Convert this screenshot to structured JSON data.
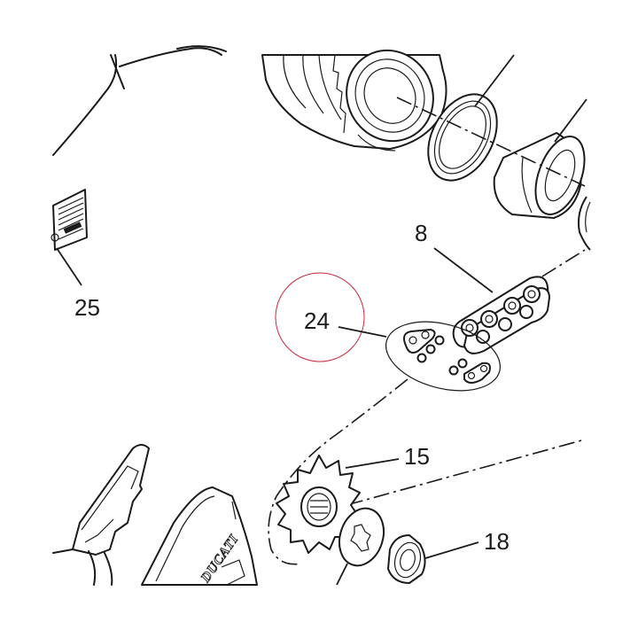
{
  "callouts": {
    "part_8": "8",
    "part_15": "15",
    "part_18": "18",
    "part_24": "24",
    "part_25": "25"
  },
  "logo_text": "DUCATI",
  "colors": {
    "line": "#1a1a1a",
    "highlight_circle": "#c8283c",
    "background": "#ffffff"
  }
}
